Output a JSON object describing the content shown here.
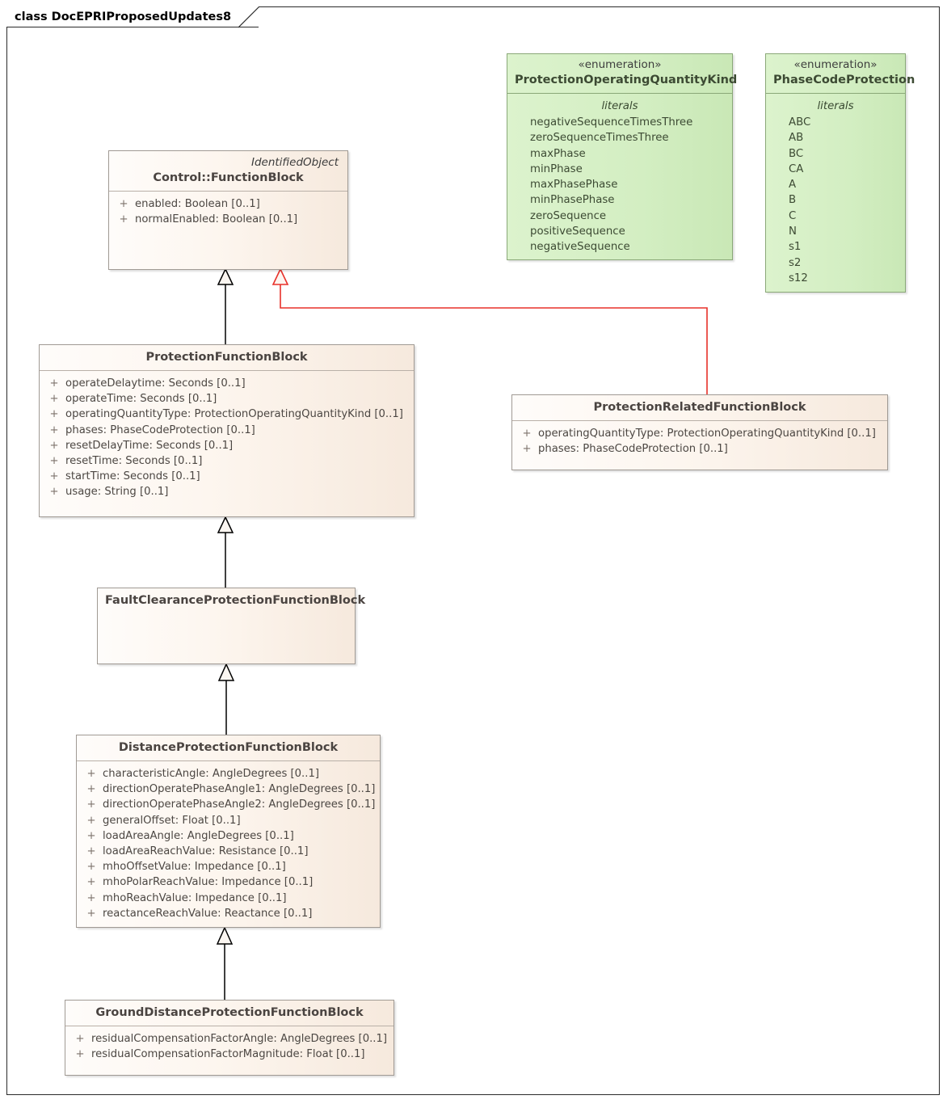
{
  "diagram": {
    "frame_label": "class DocEPRIProposedUpdates8",
    "accent_generalization_color": "#000000",
    "accent_redline_color": "#e8312a",
    "class_fill_color": "#fdf6ef",
    "enum_fill_color": "#d4efc2",
    "border_color": "#a09a94"
  },
  "nodes": {
    "function_block": {
      "parent_label": "IdentifiedObject",
      "title": "Control::FunctionBlock",
      "attributes": [
        {
          "visibility": "+",
          "signature": "enabled: Boolean [0..1]"
        },
        {
          "visibility": "+",
          "signature": "normalEnabled: Boolean [0..1]"
        }
      ]
    },
    "protection_operating_quantity_kind": {
      "stereotype": "« enumeration »",
      "stereotype_text": "«enumeration»",
      "title": "ProtectionOperatingQuantityKind",
      "section_label": "literals",
      "literals": [
        "negativeSequenceTimesThree",
        "zeroSequenceTimesThree",
        "maxPhase",
        "minPhase",
        "maxPhasePhase",
        "minPhasePhase",
        "zeroSequence",
        "positiveSequence",
        "negativeSequence"
      ]
    },
    "phase_code_protection": {
      "stereotype_text": "«enumeration»",
      "title": "PhaseCodeProtection",
      "section_label": "literals",
      "literals": [
        "ABC",
        "AB",
        "BC",
        "CA",
        "A",
        "B",
        "C",
        "N",
        "s1",
        "s2",
        "s12"
      ]
    },
    "protection_function_block": {
      "title": "ProtectionFunctionBlock",
      "attributes": [
        {
          "visibility": "+",
          "signature": "operateDelaytime: Seconds [0..1]"
        },
        {
          "visibility": "+",
          "signature": "operateTime: Seconds [0..1]"
        },
        {
          "visibility": "+",
          "signature": "operatingQuantityType: ProtectionOperatingQuantityKind [0..1]"
        },
        {
          "visibility": "+",
          "signature": "phases: PhaseCodeProtection [0..1]"
        },
        {
          "visibility": "+",
          "signature": "resetDelayTime: Seconds [0..1]"
        },
        {
          "visibility": "+",
          "signature": "resetTime: Seconds [0..1]"
        },
        {
          "visibility": "+",
          "signature": "startTime: Seconds [0..1]"
        },
        {
          "visibility": "+",
          "signature": "usage: String [0..1]"
        }
      ]
    },
    "protection_related_function_block": {
      "title": "ProtectionRelatedFunctionBlock",
      "attributes": [
        {
          "visibility": "+",
          "signature": "operatingQuantityType: ProtectionOperatingQuantityKind [0..1]"
        },
        {
          "visibility": "+",
          "signature": "phases: PhaseCodeProtection [0..1]"
        }
      ]
    },
    "fault_clearance_protection_function_block": {
      "title": "FaultClearanceProtectionFunctionBlock",
      "attributes": []
    },
    "distance_protection_function_block": {
      "title": "DistanceProtectionFunctionBlock",
      "attributes": [
        {
          "visibility": "+",
          "signature": "characteristicAngle: AngleDegrees [0..1]"
        },
        {
          "visibility": "+",
          "signature": "directionOperatePhaseAngle1: AngleDegrees [0..1]"
        },
        {
          "visibility": "+",
          "signature": "directionOperatePhaseAngle2: AngleDegrees [0..1]"
        },
        {
          "visibility": "+",
          "signature": "generalOffset: Float [0..1]"
        },
        {
          "visibility": "+",
          "signature": "loadAreaAngle: AngleDegrees [0..1]"
        },
        {
          "visibility": "+",
          "signature": "loadAreaReachValue: Resistance [0..1]"
        },
        {
          "visibility": "+",
          "signature": "mhoOffsetValue: Impedance [0..1]"
        },
        {
          "visibility": "+",
          "signature": "mhoPolarReachValue: Impedance [0..1]"
        },
        {
          "visibility": "+",
          "signature": "mhoReachValue: Impedance [0..1]"
        },
        {
          "visibility": "+",
          "signature": "reactanceReachValue: Reactance [0..1]"
        }
      ]
    },
    "ground_distance_protection_function_block": {
      "title": "GroundDistanceProtectionFunctionBlock",
      "attributes": [
        {
          "visibility": "+",
          "signature": "residualCompensationFactorAngle: AngleDegrees [0..1]"
        },
        {
          "visibility": "+",
          "signature": "residualCompensationFactorMagnitude: Float [0..1]"
        }
      ]
    }
  },
  "connectors": [
    {
      "name": "generalization-protectionfunctionblock-to-functionblock",
      "kind": "generalization",
      "from": "ProtectionFunctionBlock",
      "to": "Control::FunctionBlock",
      "color": "#000000"
    },
    {
      "name": "generalization-protectionrelatedfunctionblock-to-functionblock",
      "kind": "generalization",
      "from": "ProtectionRelatedFunctionBlock",
      "to": "Control::FunctionBlock",
      "color": "#e8312a"
    },
    {
      "name": "generalization-faultclearance-to-protectionfunctionblock",
      "kind": "generalization",
      "from": "FaultClearanceProtectionFunctionBlock",
      "to": "ProtectionFunctionBlock",
      "color": "#000000"
    },
    {
      "name": "generalization-distance-to-faultclearance",
      "kind": "generalization",
      "from": "DistanceProtectionFunctionBlock",
      "to": "FaultClearanceProtectionFunctionBlock",
      "color": "#000000"
    },
    {
      "name": "generalization-grounddistance-to-distance",
      "kind": "generalization",
      "from": "GroundDistanceProtectionFunctionBlock",
      "to": "DistanceProtectionFunctionBlock",
      "color": "#000000"
    }
  ]
}
